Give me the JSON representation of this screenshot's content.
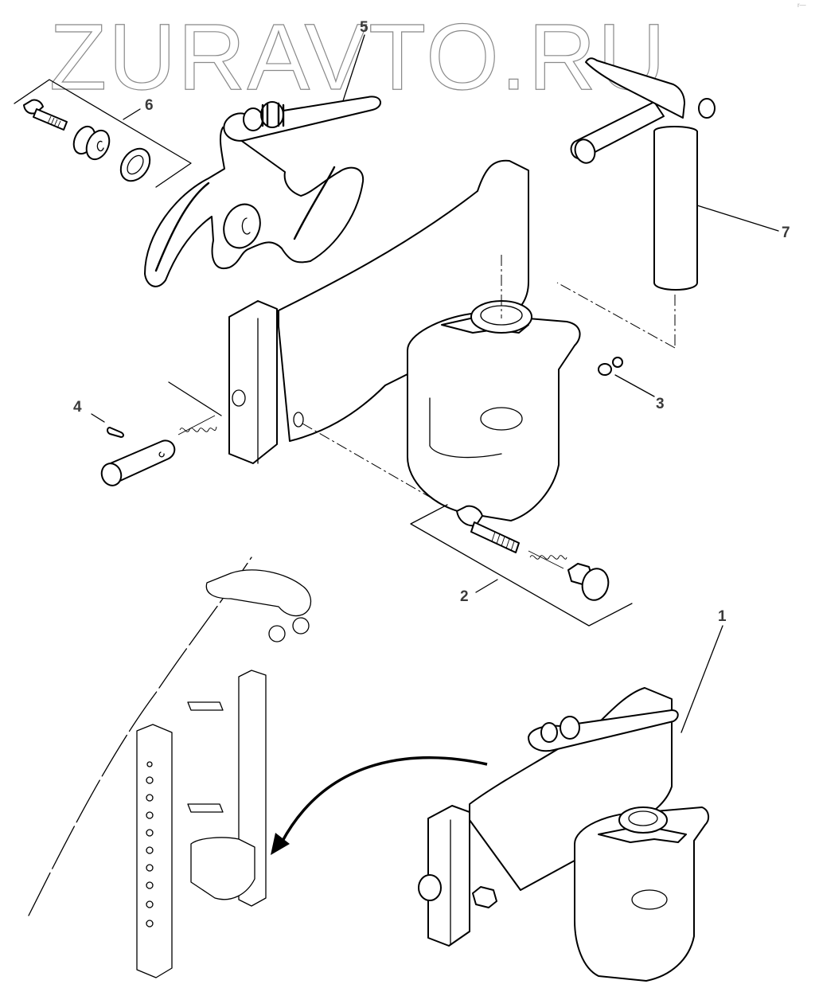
{
  "watermark": {
    "text": "ZURAVTO.RU",
    "color": "#8a8a8a"
  },
  "corner_mark": {
    "text": "r—"
  },
  "callouts": [
    {
      "id": "1",
      "label": "1",
      "part": "assembled-towing-hitch"
    },
    {
      "id": "2",
      "label": "2",
      "part": "bolt-spring-plug-kit"
    },
    {
      "id": "3",
      "label": "3",
      "part": "grease-nipple"
    },
    {
      "id": "4",
      "label": "4",
      "part": "pin-roll-pin-spring-kit"
    },
    {
      "id": "5",
      "label": "5",
      "part": "lever-bracket-with-spring"
    },
    {
      "id": "6",
      "label": "6",
      "part": "bolt-bushing-washer-kit"
    },
    {
      "id": "7",
      "label": "7",
      "part": "coupling-pin-with-handle"
    }
  ],
  "colors": {
    "line": "#000000",
    "callout_text": "#3a3a3a",
    "background": "#ffffff"
  }
}
